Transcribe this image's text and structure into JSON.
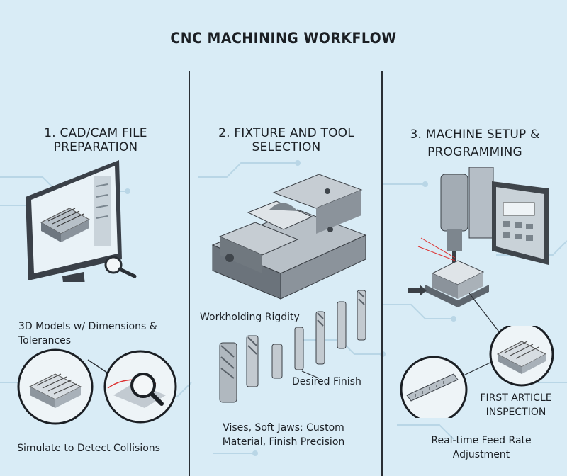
{
  "title": "CNC MACHINING WORKFLOW",
  "columns": [
    {
      "heading": "1. CAD/CAM FILE PREPARATION",
      "labels": {
        "models": "3D Models w/ Dimensions & Tolerances",
        "simulate": "Simulate to Detect Collisions"
      }
    },
    {
      "heading": "2. FIXTURE AND TOOL SELECTION",
      "labels": {
        "rigidity": "Workholding Rigdity",
        "finish": "Desired Finish",
        "vises": "Vises, Soft Jaws: Custom Material, Finish Precision"
      }
    },
    {
      "heading": "3. MACHINE SETUP & PROGRAMMING",
      "labels": {
        "inspection": "FIRST ARTICLE INSPECTION",
        "feed": "Real-time Feed Rate Adjustment"
      }
    }
  ],
  "colors": {
    "background": "#d9ecf6",
    "metal": "#9aa3ab",
    "ink": "#1b1f24"
  }
}
